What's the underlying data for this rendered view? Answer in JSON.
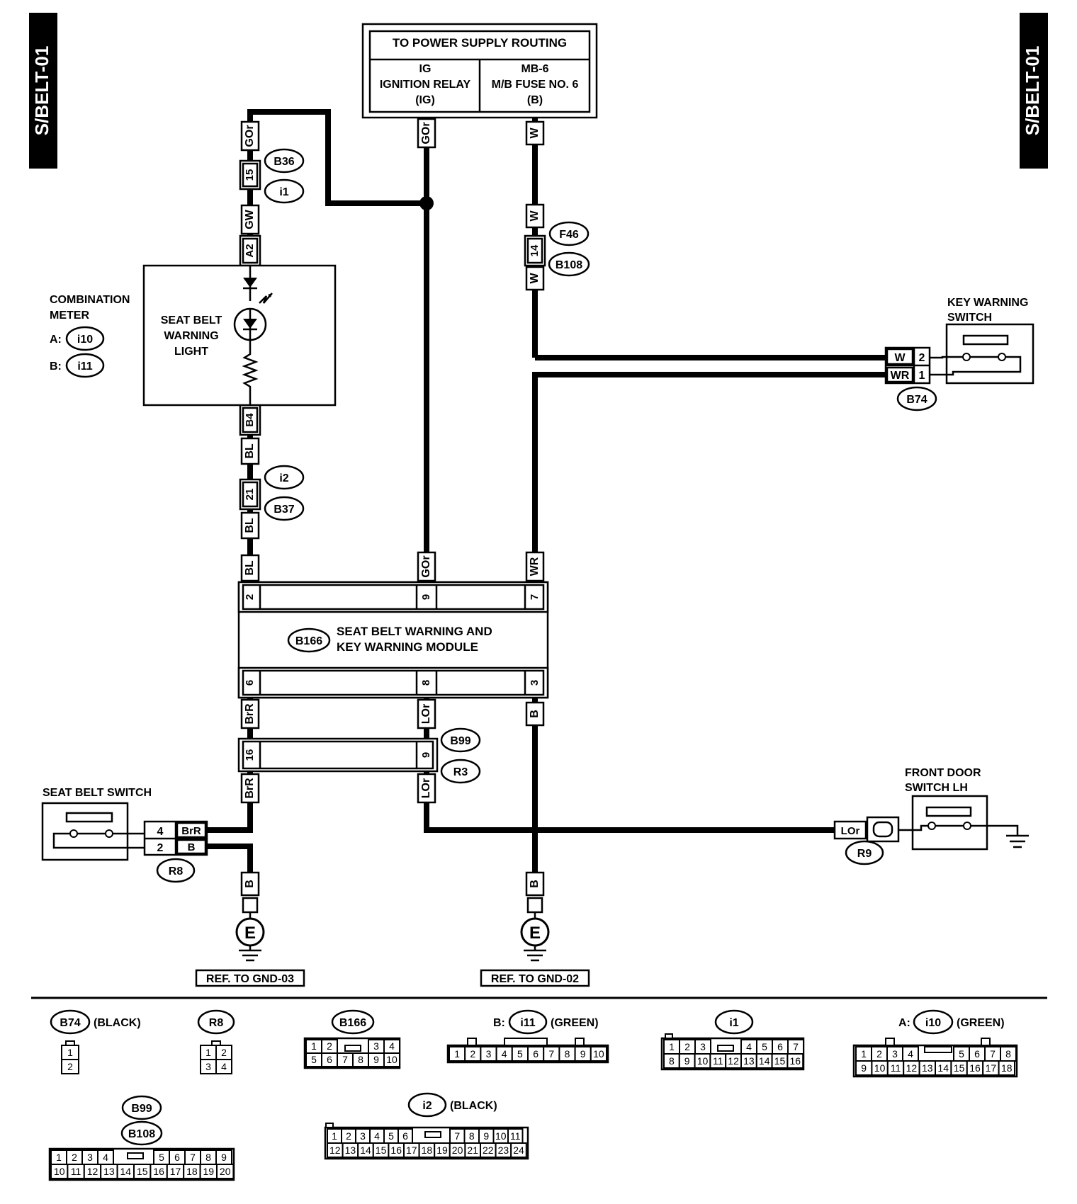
{
  "page_code": "S/BELT-01",
  "power_supply": {
    "title": "TO POWER SUPPLY ROUTING",
    "left": [
      "IG",
      "IGNITION RELAY",
      "(IG)"
    ],
    "right": [
      "MB-6",
      "M/B FUSE NO. 6",
      "(B)"
    ]
  },
  "combination_meter": {
    "title": [
      "COMBINATION",
      "METER"
    ],
    "a_label": "A:",
    "a_conn": "i10",
    "b_label": "B:",
    "b_conn": "i11",
    "box_label": [
      "SEAT BELT",
      "WARNING",
      "LIGHT"
    ]
  },
  "key_warning_switch": {
    "label": [
      "KEY WARNING",
      "SWITCH"
    ],
    "conn": "B74"
  },
  "module": {
    "conn": "B166",
    "label": [
      "SEAT BELT WARNING AND",
      "KEY WARNING MODULE"
    ]
  },
  "seat_belt_switch": {
    "label": "SEAT BELT SWITCH",
    "conn": "R8"
  },
  "front_door_switch": {
    "label": [
      "FRONT DOOR",
      "SWITCH LH"
    ],
    "conn": "R9"
  },
  "connectors": {
    "B36": "B36",
    "i1": "i1",
    "F46": "F46",
    "B108": "B108",
    "i2": "i2",
    "B37": "B37",
    "B99": "B99",
    "R3": "R3"
  },
  "pins": {
    "p15": "15",
    "A2": "A2",
    "B4": "B4",
    "p21": "21",
    "p14": "14",
    "m2": "2",
    "m9": "9",
    "m7": "7",
    "m6": "6",
    "m8": "8",
    "m3": "3",
    "p16": "16",
    "p9": "9",
    "kw2": "2",
    "kw1": "1",
    "sb4": "4",
    "sb2": "2"
  },
  "wire_colors": {
    "GOr": "GOr",
    "GW": "GW",
    "W": "W",
    "WR": "WR",
    "BL": "BL",
    "BrR": "BrR",
    "LOr": "LOr",
    "B": "B"
  },
  "ground": {
    "symbol": "E",
    "ref_left": "REF. TO GND-03",
    "ref_right": "REF. TO GND-02"
  },
  "legend": {
    "B74": "B74",
    "B74_color": "(BLACK)",
    "R8": "R8",
    "B166": "B166",
    "i11_prefix": "B:",
    "i11": "i11",
    "i11_color": "(GREEN)",
    "i1": "i1",
    "i10_prefix": "A:",
    "i10": "i10",
    "i10_color": "(GREEN)",
    "B99": "B99",
    "B108": "B108",
    "i2": "i2",
    "i2_color": "(BLACK)"
  },
  "legend_pins": {
    "b74": [
      "1",
      "2"
    ],
    "r8": [
      "1",
      "2",
      "3",
      "4"
    ],
    "b166_top": [
      "1",
      "2",
      "3",
      "4"
    ],
    "b166_bot": [
      "5",
      "6",
      "7",
      "8",
      "9",
      "10"
    ],
    "i11": [
      "1",
      "2",
      "3",
      "4",
      "5",
      "6",
      "7",
      "8",
      "9",
      "10"
    ],
    "i1_top": [
      "1",
      "2",
      "3",
      "4",
      "5",
      "6",
      "7"
    ],
    "i1_bot": [
      "8",
      "9",
      "10",
      "11",
      "12",
      "13",
      "14",
      "15",
      "16"
    ],
    "i10_top": [
      "1",
      "2",
      "3",
      "4",
      "5",
      "6",
      "7",
      "8"
    ],
    "i10_bot": [
      "9",
      "10",
      "11",
      "12",
      "13",
      "14",
      "15",
      "16",
      "17",
      "18"
    ],
    "b99_top": [
      "1",
      "2",
      "3",
      "4",
      "5",
      "6",
      "7",
      "8",
      "9"
    ],
    "b99_bot": [
      "10",
      "11",
      "12",
      "13",
      "14",
      "15",
      "16",
      "17",
      "18",
      "19",
      "20"
    ],
    "i2_top": [
      "1",
      "2",
      "3",
      "4",
      "5",
      "6",
      "7",
      "8",
      "9",
      "10",
      "11"
    ],
    "i2_bot": [
      "12",
      "13",
      "14",
      "15",
      "16",
      "17",
      "18",
      "19",
      "20",
      "21",
      "22",
      "23",
      "24"
    ]
  }
}
